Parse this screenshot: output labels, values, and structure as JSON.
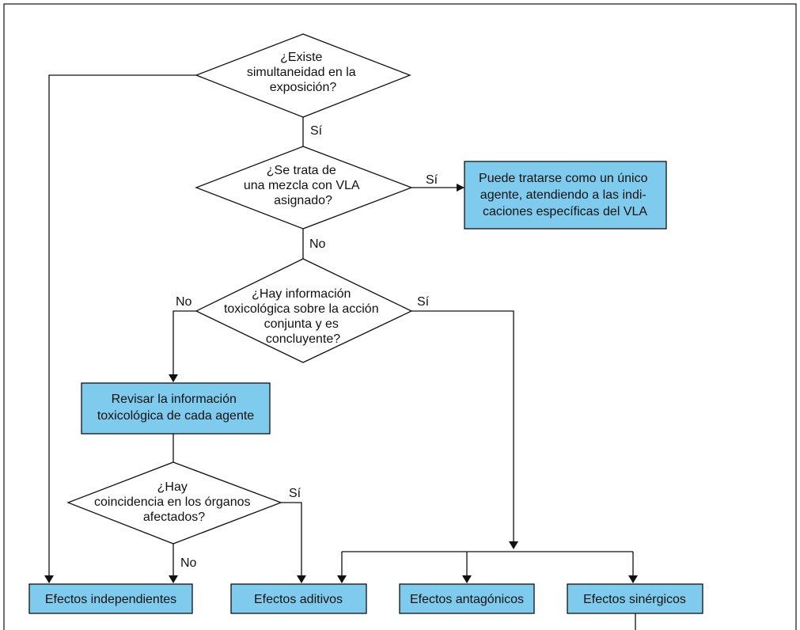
{
  "decisions": {
    "simultaneity": [
      "¿Existe",
      "simultaneidad en la",
      "exposición?"
    ],
    "mixture_vla": [
      "¿Se trata de",
      "una mezcla con VLA",
      "asignado?"
    ],
    "tox_info": [
      "¿Hay información",
      "toxicológica sobre la acción",
      "conjunta y es",
      "concluyente?"
    ],
    "organs": [
      "¿Hay",
      "coincidencia en los órganos",
      "afectados?"
    ]
  },
  "boxes": {
    "single_agent": [
      "Puede tratarse como un único",
      "agente, atendiendo a las indi-",
      "caciones específicas del VLA"
    ],
    "review_tox": [
      "Revisar la información",
      "toxicológica de cada agente"
    ],
    "independent": "Efectos independientes",
    "additive": "Efectos aditivos",
    "antagonistic": "Efectos antagónicos",
    "synergistic": "Efectos sinérgicos"
  },
  "edge_labels": {
    "simultaneity_yes": "Sí",
    "mixture_yes": "Sí",
    "mixture_no": "No",
    "tox_no": "No",
    "tox_yes": "Sí",
    "organs_yes": "Sí",
    "organs_no": "No"
  },
  "colors": {
    "box_fill": "#7ecbee",
    "line": "#111111"
  }
}
